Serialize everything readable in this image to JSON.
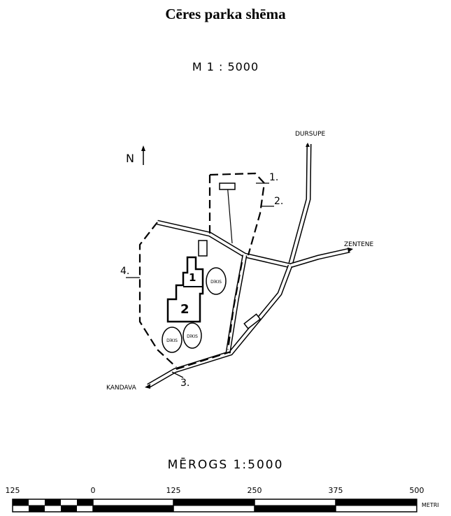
{
  "title": "Cēres parka shēma",
  "scale_label_top": "M 1 : 5000",
  "north": "N",
  "places": {
    "dursupe": "DURSUPE",
    "zentene": "ZENTENE",
    "kandava": "KANDAVA"
  },
  "zones": [
    "1.",
    "2.",
    "3.",
    "4."
  ],
  "buildings": [
    "1",
    "2"
  ],
  "pond_label": "DīKIS",
  "scale_caption": "MĒROGS 1:5000",
  "scalebar": {
    "ticks": [
      "125",
      "0",
      "125",
      "250",
      "375",
      "500"
    ],
    "unit": "METRI"
  }
}
